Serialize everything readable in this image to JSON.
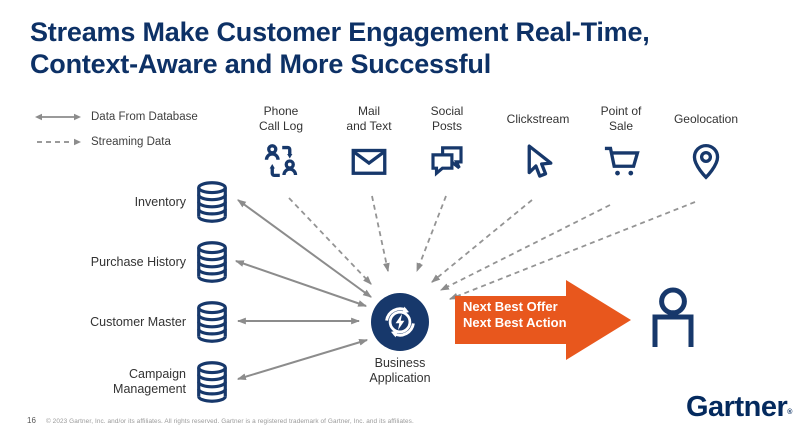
{
  "slide": {
    "title_line1": "Streams Make Customer Engagement Real-Time,",
    "title_line2": "Context-Aware and More Successful",
    "page_number": "16",
    "footer": "© 2023 Gartner, Inc. and/or its affiliates. All rights reserved. Gartner is a registered trademark of Gartner, Inc. and its affiliates.",
    "logo": "Gartner",
    "logo_mark": "®"
  },
  "legend": {
    "solid_label": "Data From Database",
    "dashed_label": "Streaming Data"
  },
  "streaming_sources": [
    {
      "line1": "Phone",
      "line2": "Call Log",
      "icon": "phone-call-log"
    },
    {
      "line1": "Mail",
      "line2": "and Text",
      "icon": "mail-envelope"
    },
    {
      "line1": "Social",
      "line2": "Posts",
      "icon": "chat-bubbles"
    },
    {
      "line1": "Clickstream",
      "line2": "",
      "icon": "cursor-pointer"
    },
    {
      "line1": "Point of",
      "line2": "Sale",
      "icon": "shopping-cart"
    },
    {
      "line1": "Geolocation",
      "line2": "",
      "icon": "location-pin"
    }
  ],
  "databases": [
    {
      "line1": "Inventory",
      "line2": ""
    },
    {
      "line1": "Purchase",
      "line2": "History"
    },
    {
      "line1": "Customer",
      "line2": "Master"
    },
    {
      "line1": "Campaign",
      "line2": "Management"
    }
  ],
  "center": {
    "label_line1": "Business",
    "label_line2": "Application"
  },
  "output_arrow": {
    "line1": "Next Best Offer",
    "line2": "Next Best Action"
  },
  "colors": {
    "navy": "#17386b",
    "title_navy": "#0d3166",
    "orange": "#e8571d",
    "arrow_gray": "#8c8c8c"
  }
}
